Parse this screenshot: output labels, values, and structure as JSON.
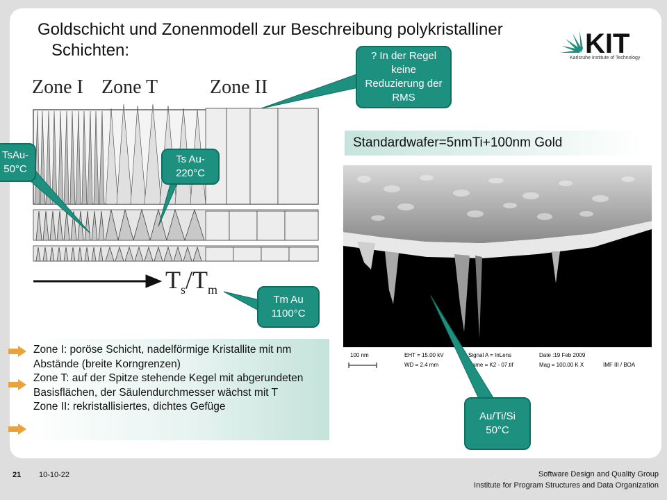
{
  "title": {
    "line1": "Goldschicht und  Zonenmodell zur Beschreibung polykristalliner",
    "line2": "Schichten:"
  },
  "logo": {
    "text": "KIT",
    "subtitle": "Karlsruhe Institute of Technology"
  },
  "diagram": {
    "zone1": "Zone I",
    "zoneT": "Zone T",
    "zone2": "Zone II",
    "axis_main": "T",
    "axis_s": "s",
    "axis_sep": "/T",
    "axis_m": "m"
  },
  "callouts": {
    "rms": "? In der Regel keine Reduzierung der RMS",
    "tsau50": "TsAu- 50°C",
    "tsau220": "Ts Au- 220°C",
    "tmau": "Tm Au 1100°C",
    "auti": "Au/Ti/Si 50°C"
  },
  "standard_wafer": "Standardwafer=5nmTi+100nm Gold",
  "sem": {
    "scale": "100 nm",
    "eht": "EHT = 15.00 kV",
    "wd": "WD =  2.4 mm",
    "signal": "Signal A = InLens",
    "name": "Name = K2 - 07.tif",
    "date": "Date :19 Feb 2009",
    "mag": "Mag = 100.00 K X",
    "lab": "IMF III / BOA"
  },
  "zones_text": [
    "Zone I: poröse Schicht, nadelförmige Kristallite mit nm Abstände (breite Korngrenzen)",
    "Zone T: auf der Spitze stehende Kegel mit abgerundeten Basisflächen, der Säulendurchmesser wächst mit T",
    "Zone II: rekristallisiertes, dichtes Gefüge"
  ],
  "footer": {
    "page": "21",
    "date": "10-10-22",
    "line1": "Software Design and Quality Group",
    "line2": "Institute for Program Structures and Data Organization"
  },
  "colors": {
    "callout": "#1d9080",
    "accent_arrow": "#e8a33d"
  }
}
